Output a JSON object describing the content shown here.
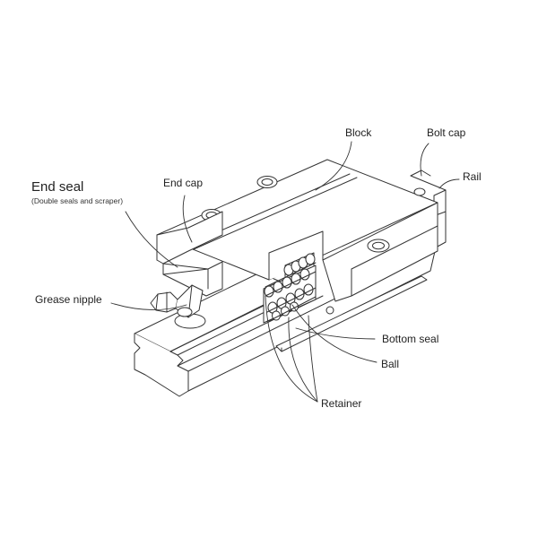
{
  "labels": {
    "block": "Block",
    "bolt_cap": "Bolt cap",
    "rail": "Rail",
    "end_seal": "End seal",
    "end_seal_note": "(Double seals and scraper)",
    "end_cap": "End cap",
    "grease_nipple": "Grease nipple",
    "bottom_seal": "Bottom seal",
    "ball": "Ball",
    "retainer": "Retainer"
  },
  "colors": {
    "line": "#333333",
    "fill": "#ffffff",
    "shade": "#d9d9d9"
  }
}
